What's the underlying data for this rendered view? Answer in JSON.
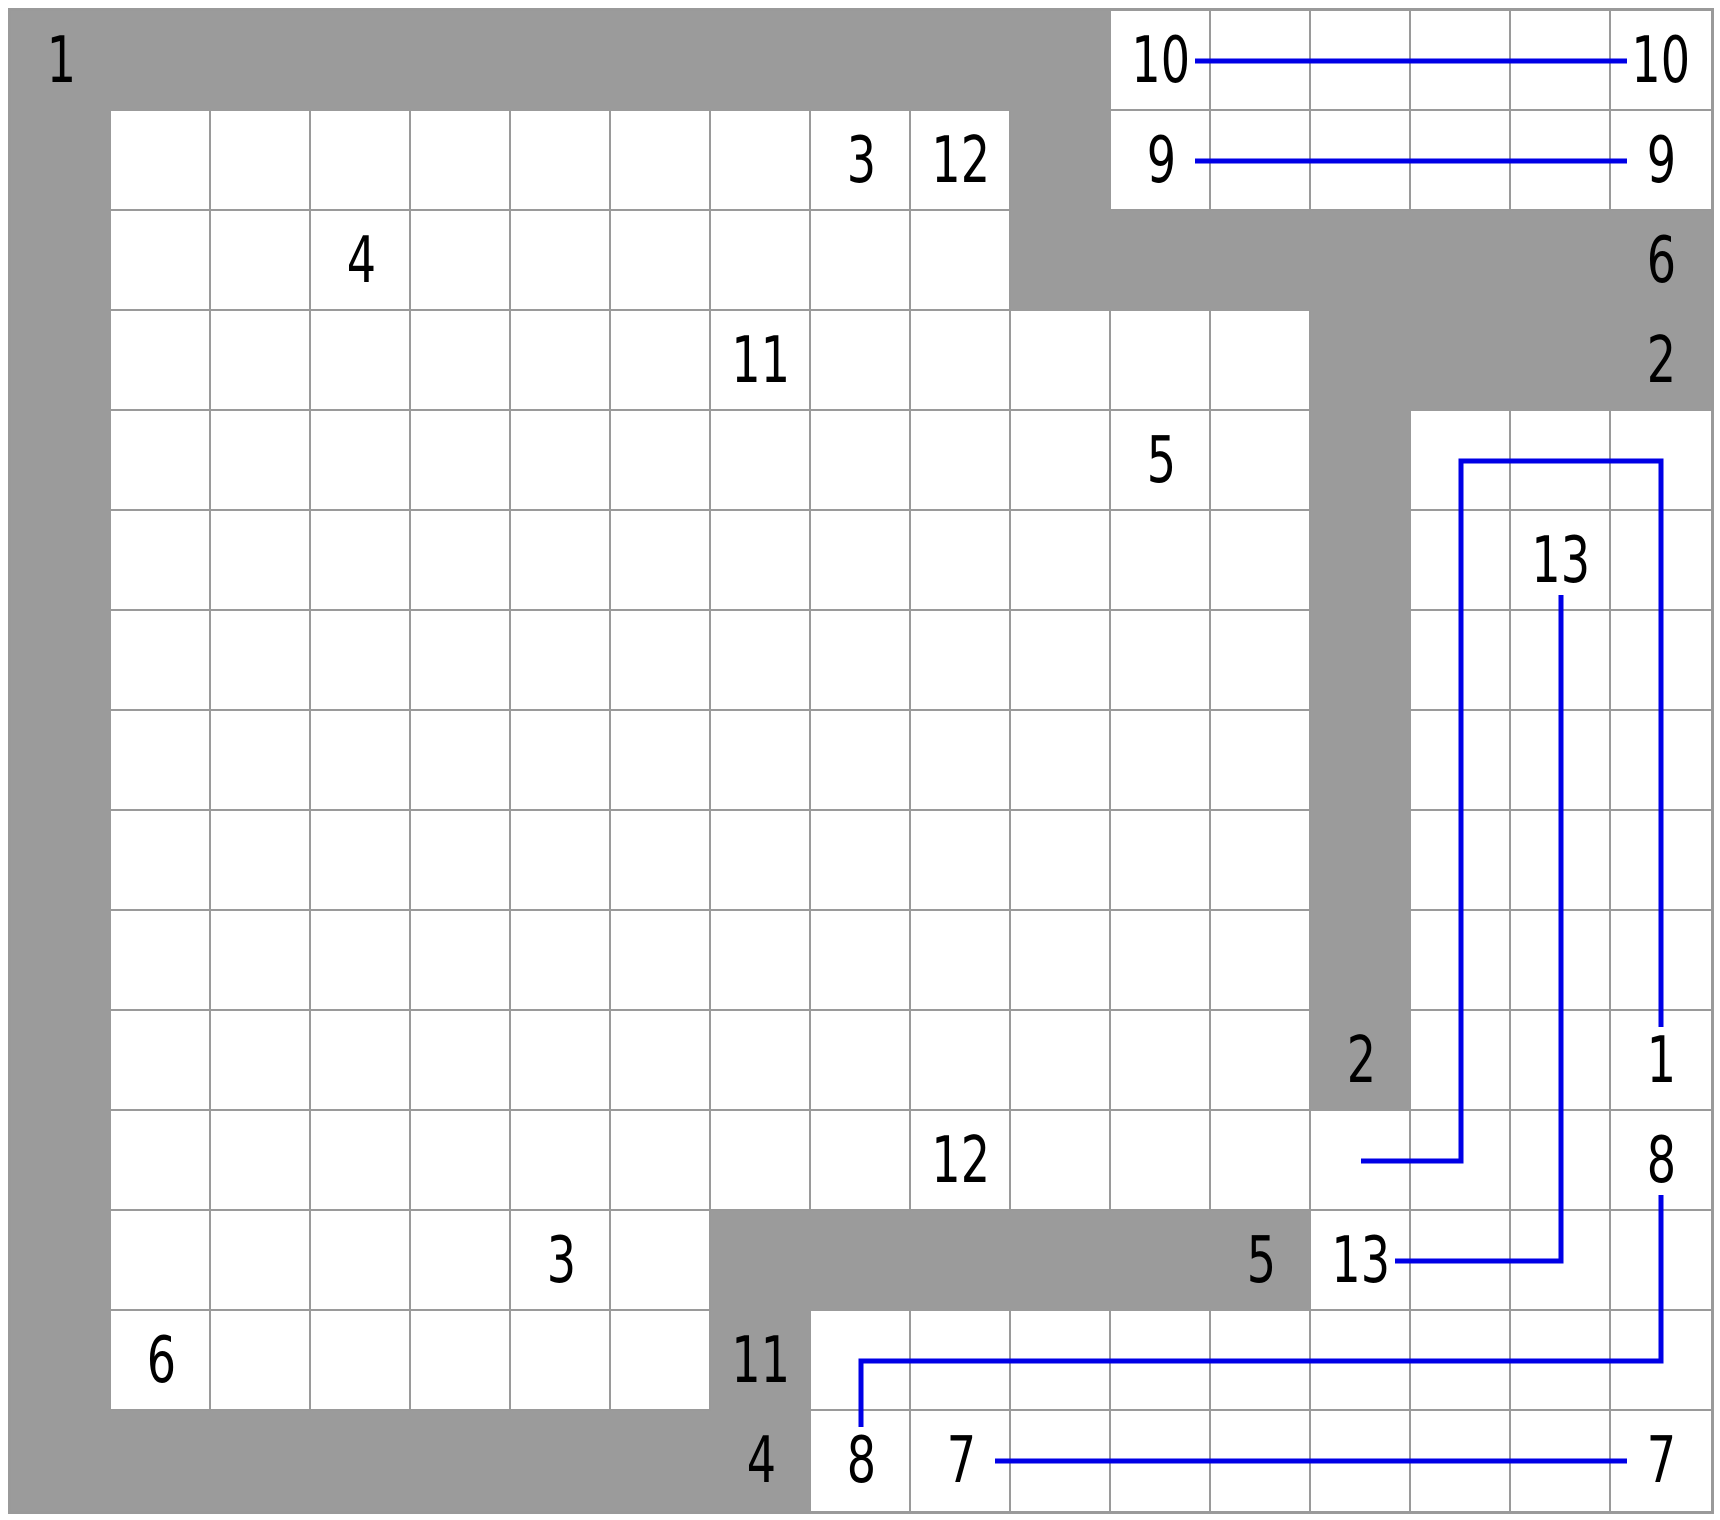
{
  "puzzle": {
    "rows": 15,
    "cols": 17,
    "shade_color": "#9b9b9b",
    "line_color": "#0000e6",
    "grid": [
      "###########......",
      "#.........#......",
      "#.........#######",
      "#............####",
      "#............#...",
      "#............#...",
      "#............#...",
      "#............#...",
      "#............#...",
      "#............#...",
      "#............#...",
      "#................",
      "#......######....",
      "#......#.........",
      "########........."
    ],
    "numbers": [
      {
        "row": 0,
        "col": 0,
        "value": "1"
      },
      {
        "row": 0,
        "col": 11,
        "value": "10"
      },
      {
        "row": 0,
        "col": 16,
        "value": "10"
      },
      {
        "row": 1,
        "col": 8,
        "value": "3"
      },
      {
        "row": 1,
        "col": 9,
        "value": "12"
      },
      {
        "row": 1,
        "col": 11,
        "value": "9"
      },
      {
        "row": 1,
        "col": 16,
        "value": "9"
      },
      {
        "row": 2,
        "col": 3,
        "value": "4"
      },
      {
        "row": 2,
        "col": 16,
        "value": "6"
      },
      {
        "row": 3,
        "col": 7,
        "value": "11"
      },
      {
        "row": 3,
        "col": 16,
        "value": "2"
      },
      {
        "row": 4,
        "col": 11,
        "value": "5"
      },
      {
        "row": 5,
        "col": 15,
        "value": "13"
      },
      {
        "row": 10,
        "col": 13,
        "value": "2"
      },
      {
        "row": 10,
        "col": 16,
        "value": "1"
      },
      {
        "row": 11,
        "col": 9,
        "value": "12"
      },
      {
        "row": 11,
        "col": 16,
        "value": "8"
      },
      {
        "row": 12,
        "col": 5,
        "value": "3"
      },
      {
        "row": 12,
        "col": 12,
        "value": "5"
      },
      {
        "row": 12,
        "col": 13,
        "value": "13"
      },
      {
        "row": 13,
        "col": 1,
        "value": "6"
      },
      {
        "row": 13,
        "col": 7,
        "value": "11"
      },
      {
        "row": 14,
        "col": 7,
        "value": "4"
      },
      {
        "row": 14,
        "col": 8,
        "value": "8"
      },
      {
        "row": 14,
        "col": 9,
        "value": "7"
      },
      {
        "row": 14,
        "col": 16,
        "value": "7"
      }
    ],
    "paths": [
      {
        "id": "10",
        "points": [
          [
            0,
            11
          ],
          [
            0,
            16
          ]
        ],
        "trim": [
          true,
          true
        ]
      },
      {
        "id": "9",
        "points": [
          [
            1,
            11
          ],
          [
            1,
            16
          ]
        ],
        "trim": [
          true,
          true
        ]
      },
      {
        "id": "1",
        "points": [
          [
            10,
            16
          ],
          [
            4,
            16
          ],
          [
            4,
            14
          ],
          [
            11,
            14
          ],
          [
            11,
            13
          ]
        ],
        "trim": [
          true,
          false
        ]
      },
      {
        "id": "13",
        "points": [
          [
            5,
            15
          ],
          [
            12,
            15
          ],
          [
            12,
            13
          ]
        ],
        "trim": [
          true,
          true
        ]
      },
      {
        "id": "8",
        "points": [
          [
            11,
            16
          ],
          [
            13,
            16
          ],
          [
            13,
            8
          ],
          [
            14,
            8
          ]
        ],
        "trim": [
          true,
          true
        ]
      },
      {
        "id": "7",
        "points": [
          [
            14,
            9
          ],
          [
            14,
            16
          ]
        ],
        "trim": [
          true,
          true
        ]
      }
    ]
  }
}
